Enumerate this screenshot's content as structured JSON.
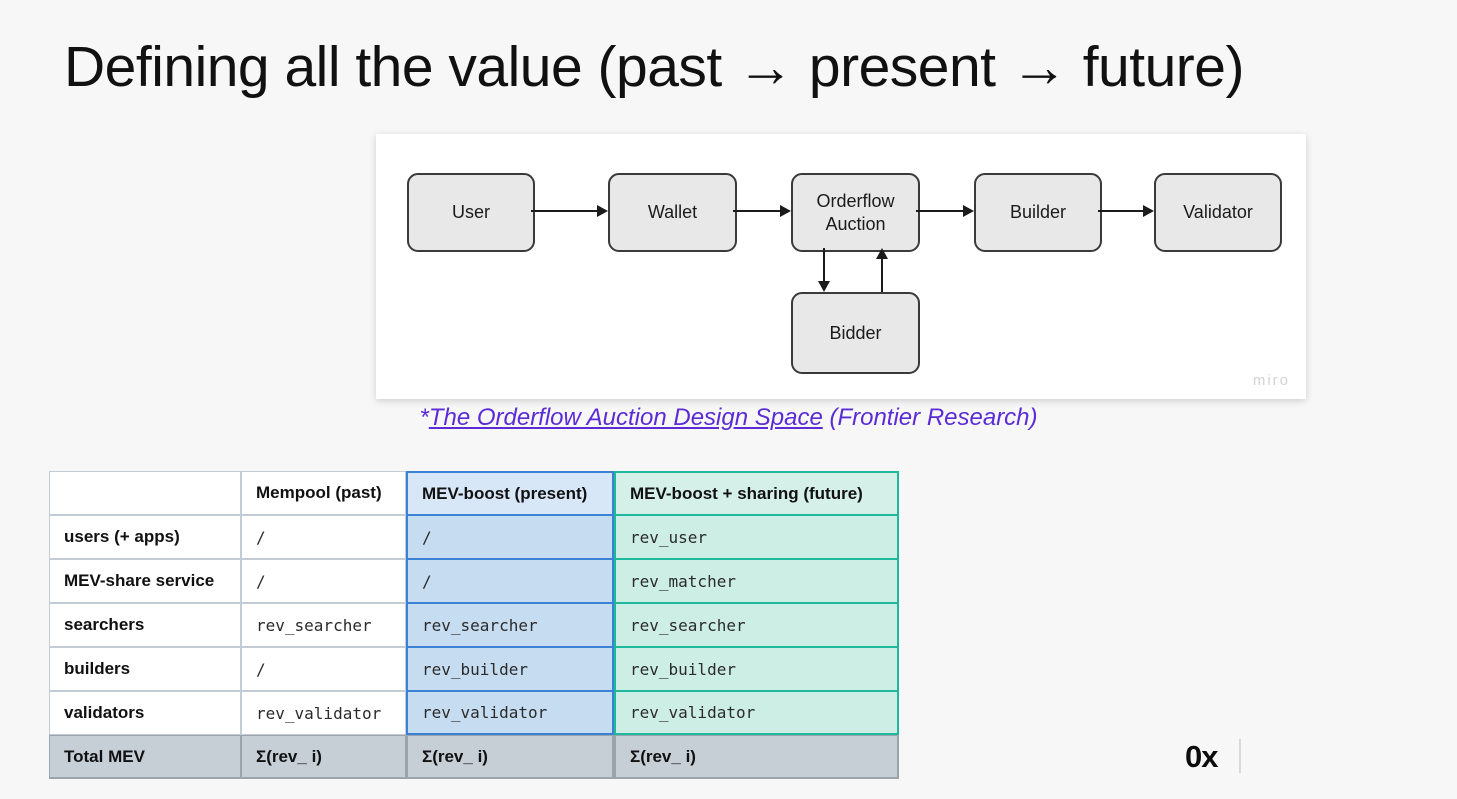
{
  "slide": {
    "title": "Defining all the value (past → present → future)",
    "background_color": "#f7f7f7"
  },
  "diagram": {
    "watermark": "miro",
    "nodes": [
      {
        "id": "user",
        "label": "User"
      },
      {
        "id": "wallet",
        "label": "Wallet"
      },
      {
        "id": "orderflow",
        "label": "Orderflow\nAuction",
        "line1": "Orderflow",
        "line2": "Auction"
      },
      {
        "id": "builder",
        "label": "Builder"
      },
      {
        "id": "validator",
        "label": "Validator"
      },
      {
        "id": "bidder",
        "label": "Bidder"
      }
    ],
    "edges": [
      {
        "from": "user",
        "to": "wallet",
        "direction": "right"
      },
      {
        "from": "wallet",
        "to": "orderflow",
        "direction": "right"
      },
      {
        "from": "orderflow",
        "to": "builder",
        "direction": "right"
      },
      {
        "from": "builder",
        "to": "validator",
        "direction": "right"
      },
      {
        "from": "orderflow",
        "to": "bidder",
        "direction": "down"
      },
      {
        "from": "bidder",
        "to": "orderflow",
        "direction": "up"
      }
    ],
    "node_fill": "#e8e8e8",
    "node_border": "#3a3a3a"
  },
  "caption": {
    "asterisk": "*",
    "link_text": "The Orderflow Auction Design Space",
    "suffix": " (Frontier Research)",
    "color": "#5b2bd6"
  },
  "table": {
    "columns": [
      {
        "key": "label",
        "header": ""
      },
      {
        "key": "past",
        "header": "Mempool (past)"
      },
      {
        "key": "present",
        "header": "MEV-boost (present)"
      },
      {
        "key": "future",
        "header": "MEV-boost + sharing (future)"
      }
    ],
    "rows": [
      {
        "label": "users (+ apps)",
        "past": "/",
        "present": "/",
        "future": "rev_user"
      },
      {
        "label": "MEV-share service",
        "past": "/",
        "present": "/",
        "future": "rev_matcher"
      },
      {
        "label": "searchers",
        "past": "rev_searcher",
        "present": "rev_searcher",
        "future": "rev_searcher"
      },
      {
        "label": "builders",
        "past": "/",
        "present": "rev_builder",
        "future": "rev_builder"
      },
      {
        "label": "validators",
        "past": "rev_validator",
        "present": "rev_validator",
        "future": "rev_validator"
      }
    ],
    "total_row": {
      "label": "Total MEV",
      "past": "Σ(rev_ i)",
      "present": "Σ(rev_ i)",
      "future": "Σ(rev_ i)"
    },
    "accent_present": "#3b82d6",
    "accent_future": "#20b89a",
    "total_fill": "#c6ced6"
  },
  "brand": {
    "logo_text": "0x"
  }
}
